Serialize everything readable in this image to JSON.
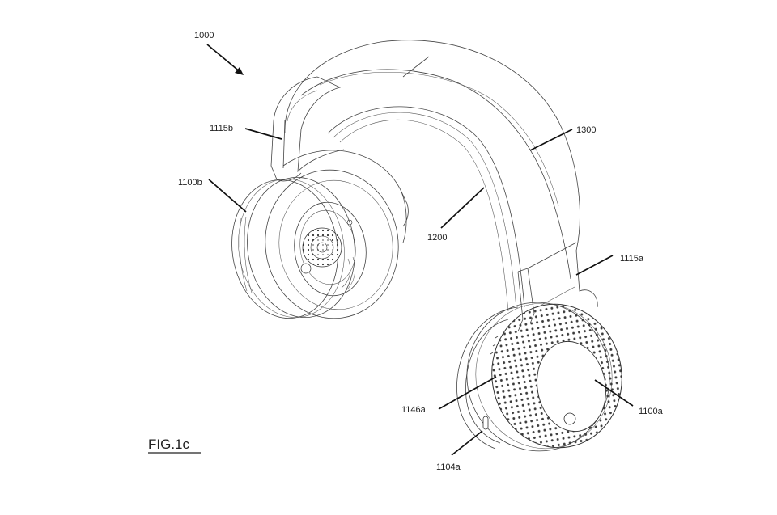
{
  "figure": {
    "title": "FIG.1c",
    "labels": {
      "device": "1000",
      "headband": "1300",
      "inner_band": "1200",
      "slider_right": "1115a",
      "slider_left": "1115b",
      "earcup_left": "1100b",
      "earcup_right": "1100a",
      "cushion_right": "1146a",
      "button_right": "1104a"
    }
  }
}
